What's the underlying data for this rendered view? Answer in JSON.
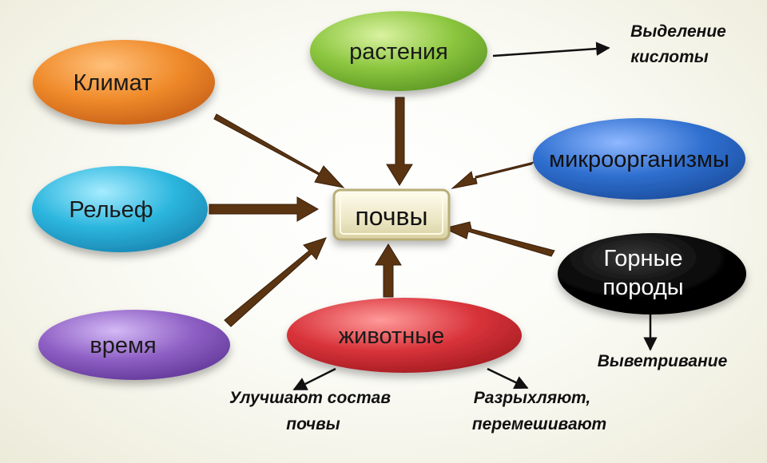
{
  "center": {
    "label": "почвы"
  },
  "factors": {
    "climate": {
      "label": "Климат"
    },
    "plants": {
      "label": "растения"
    },
    "relief": {
      "label": "Рельеф"
    },
    "microorganisms": {
      "label": "микроорганизмы"
    },
    "time": {
      "label": "время"
    },
    "animals": {
      "label": "животные"
    },
    "rocks": {
      "label_line1": "Горные",
      "label_line2": "породы"
    }
  },
  "notes": {
    "acid": {
      "line1": "Выделение",
      "line2": "кислоты"
    },
    "weathering": {
      "line1": "Выветривание"
    },
    "improve": {
      "line1": "Улучшают состав",
      "line2": "почвы"
    },
    "loosen": {
      "line1": "Разрыхляют,",
      "line2": "перемешивают"
    }
  },
  "colors": {
    "arrow": "#5b3412",
    "climate": "#ef8a2a",
    "plants": "#8cc63f",
    "relief": "#2cb6de",
    "microorganisms": "#2f6fcf",
    "time": "#8e5fc4",
    "animals": "#d8333a",
    "rocks": "#050505",
    "center": "#e9e3bd"
  }
}
